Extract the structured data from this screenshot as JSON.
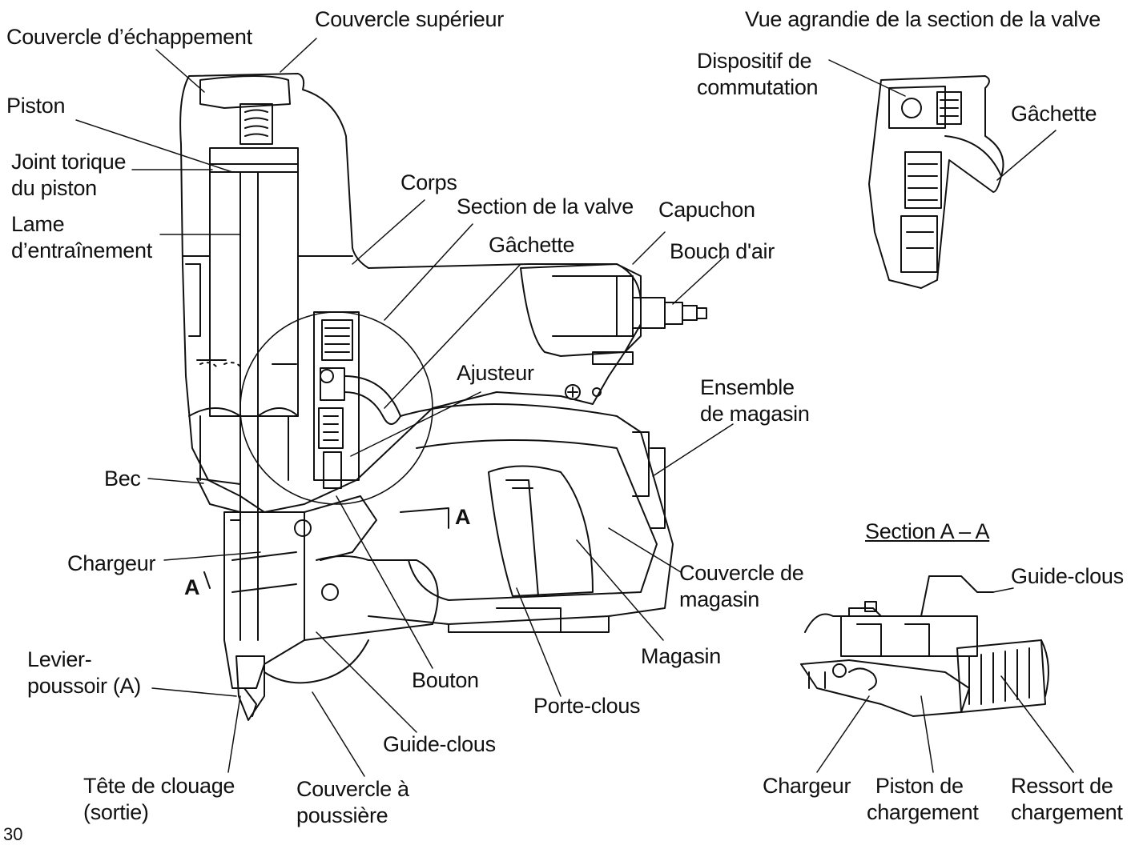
{
  "page_number": "30",
  "callouts": {
    "couvercle_echappement": "Couvercle d’échappement",
    "couvercle_superieur": "Couvercle supérieur",
    "piston": "Piston",
    "joint_torique_l1": "Joint torique",
    "joint_torique_l2": "du piston",
    "lame_l1": "Lame",
    "lame_l2": "d’entraînement",
    "corps": "Corps",
    "section_valve": "Section de la valve",
    "capuchon": "Capuchon",
    "gachette_main": "Gâchette",
    "bouch_air": "Bouch d'air",
    "ajusteur": "Ajusteur",
    "ensemble_l1": "Ensemble",
    "ensemble_l2": "de magasin",
    "bec": "Bec",
    "chargeur_main": "Chargeur",
    "marker_a_left": "A",
    "marker_a_right": "A",
    "couvercle_magasin_l1": "Couvercle de",
    "couvercle_magasin_l2": "magasin",
    "magasin": "Magasin",
    "levier_l1": "Levier-",
    "levier_l2": "poussoir (A)",
    "bouton": "Bouton",
    "porte_clous": "Porte-clous",
    "guide_clous_main": "Guide-clous",
    "tete_l1": "Tête de clouage",
    "tete_l2": "(sortie)",
    "couvercle_poussiere_l1": "Couvercle à",
    "couvercle_poussiere_l2": "poussière"
  },
  "valve_inset": {
    "title": "Vue agrandie de la section de la valve",
    "dispositif_l1": "Dispositif de",
    "dispositif_l2": "commutation",
    "gachette": "Gâchette"
  },
  "section_aa": {
    "title": "Section A – A",
    "guide_clous": "Guide-clous",
    "chargeur": "Chargeur",
    "piston_l1": "Piston de",
    "piston_l2": "chargement",
    "ressort_l1": "Ressort de",
    "ressort_l2": "chargement"
  }
}
